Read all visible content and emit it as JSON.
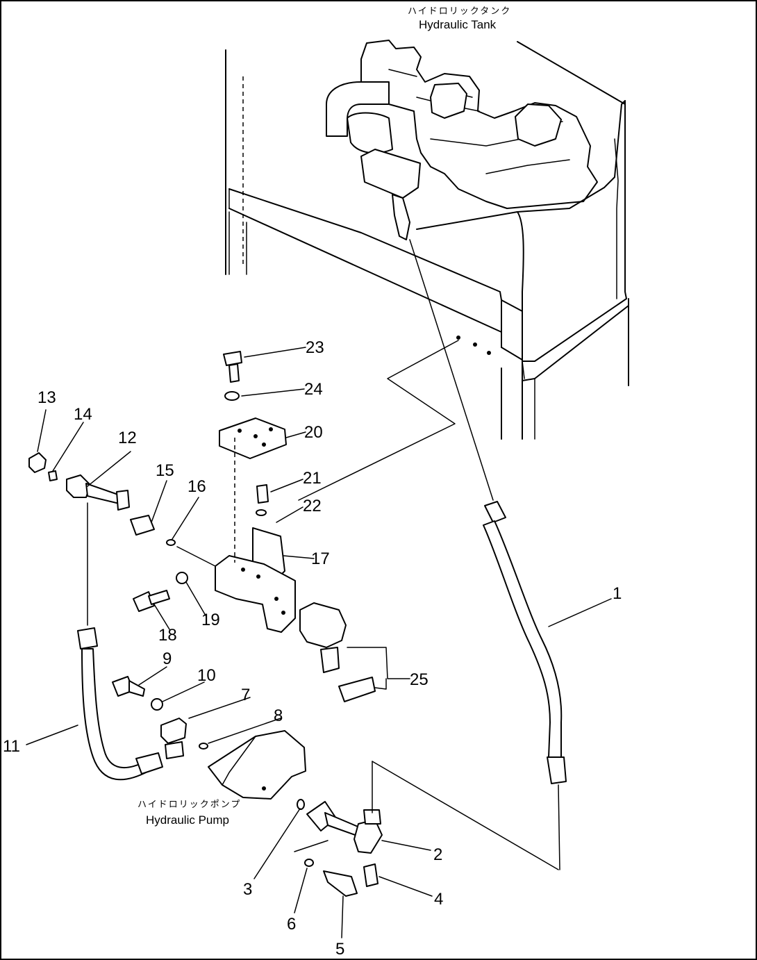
{
  "labels": {
    "tank_jp": "ハイドロリックタンク",
    "tank_en": "Hydraulic Tank",
    "pump_jp": "ハイドロリックポンプ",
    "pump_en": "Hydraulic Pump"
  },
  "callouts": [
    "1",
    "2",
    "3",
    "4",
    "5",
    "6",
    "7",
    "8",
    "9",
    "10",
    "11",
    "12",
    "13",
    "14",
    "15",
    "16",
    "17",
    "18",
    "19",
    "20",
    "21",
    "22",
    "23",
    "24",
    "25"
  ]
}
